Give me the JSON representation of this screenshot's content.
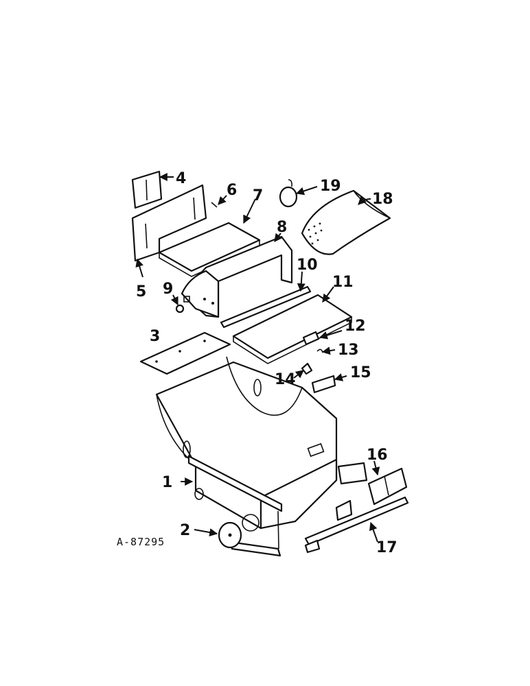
{
  "reference_number": "A-87295",
  "callouts": [
    {
      "id": "1",
      "label": "1"
    },
    {
      "id": "2",
      "label": "2"
    },
    {
      "id": "3",
      "label": "3"
    },
    {
      "id": "4",
      "label": "4"
    },
    {
      "id": "5",
      "label": "5"
    },
    {
      "id": "6",
      "label": "6"
    },
    {
      "id": "7",
      "label": "7"
    },
    {
      "id": "8",
      "label": "8"
    },
    {
      "id": "9",
      "label": "9"
    },
    {
      "id": "10",
      "label": "10"
    },
    {
      "id": "11",
      "label": "11"
    },
    {
      "id": "12",
      "label": "12"
    },
    {
      "id": "13",
      "label": "13"
    },
    {
      "id": "14",
      "label": "14"
    },
    {
      "id": "15",
      "label": "15"
    },
    {
      "id": "16",
      "label": "16"
    },
    {
      "id": "17",
      "label": "17"
    },
    {
      "id": "18",
      "label": "18"
    },
    {
      "id": "19",
      "label": "19"
    }
  ]
}
